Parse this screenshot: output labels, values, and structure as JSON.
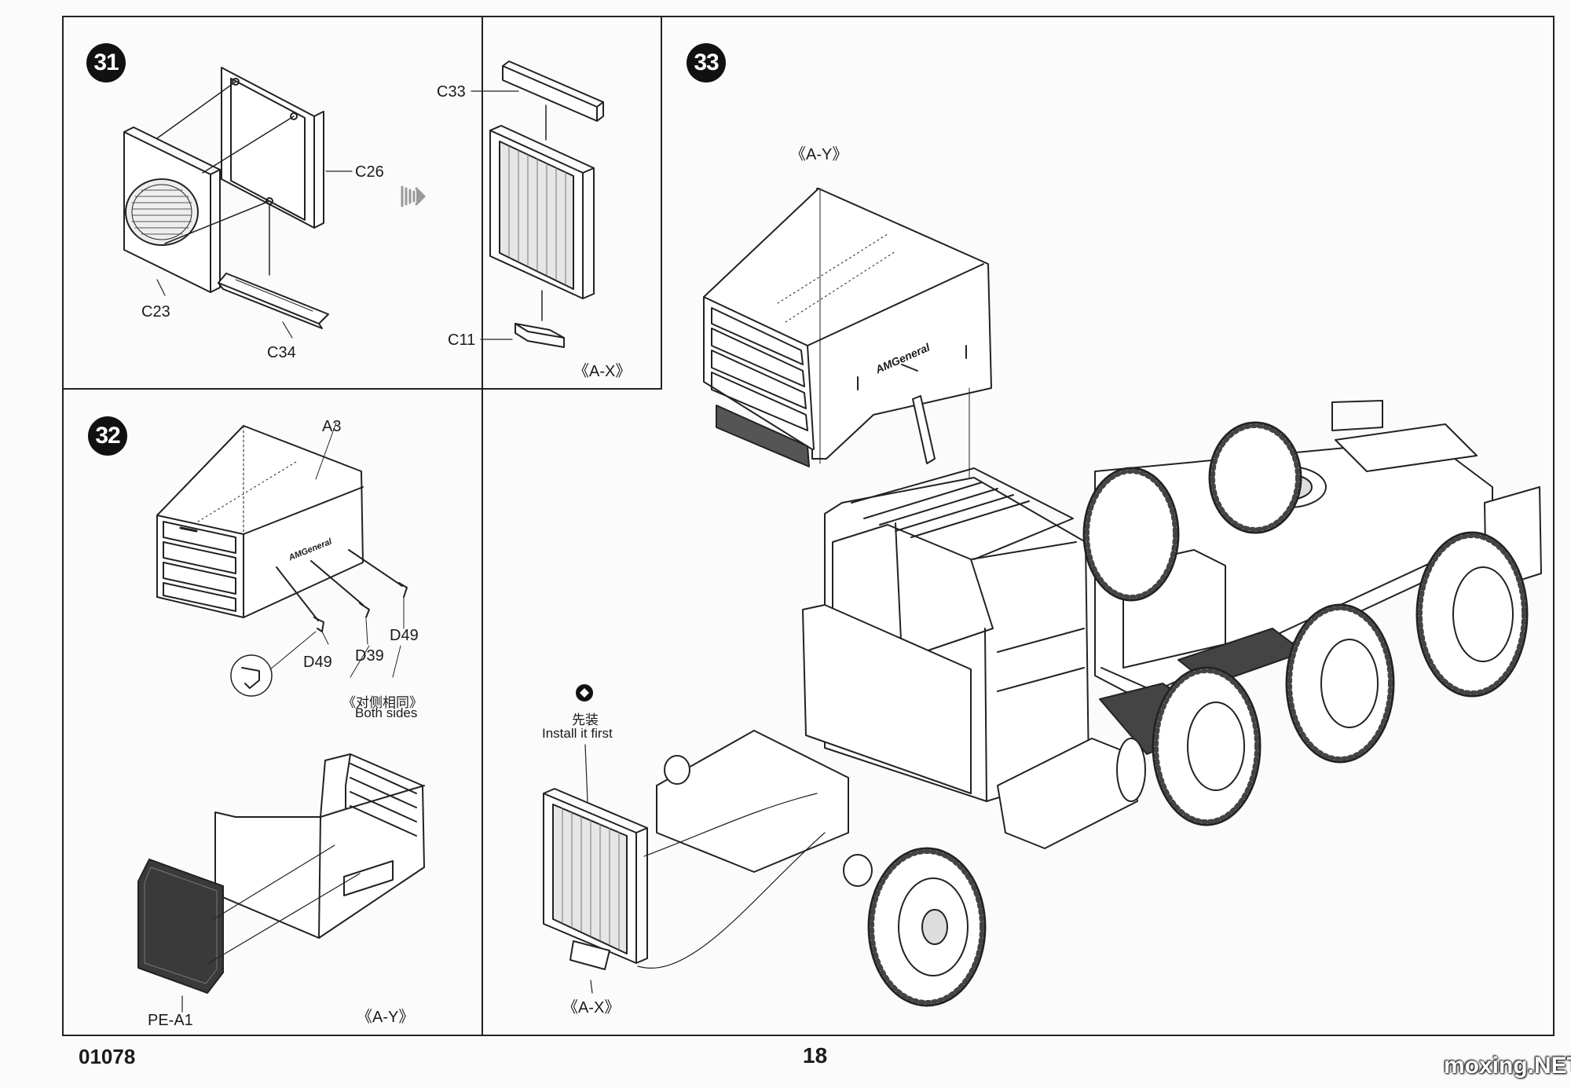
{
  "steps": {
    "s31": {
      "number": "31",
      "parts": {
        "c23": "C23",
        "c26": "C26",
        "c34": "C34",
        "c33": "C33",
        "c11": "C11"
      },
      "sub_assembly": "《A-X》"
    },
    "s32": {
      "number": "32",
      "parts": {
        "a3": "A3",
        "d49_left": "D49",
        "d49_right": "D49",
        "d39": "D39",
        "pe_a1": "PE-A1"
      },
      "note_cn": "《对侧相同》",
      "note_en": "Both sides",
      "sub_assembly": "《A-Y》"
    },
    "s33": {
      "number": "33",
      "sub_top": "《A-Y》",
      "sub_bottom": "《A-X》",
      "install_cn": "先装",
      "install_en": "Install it first"
    }
  },
  "decals": {
    "hood_brand": "AMGeneral"
  },
  "footer": {
    "kit_number": "01078",
    "page_number": "18",
    "watermark": "moxing.NET"
  }
}
